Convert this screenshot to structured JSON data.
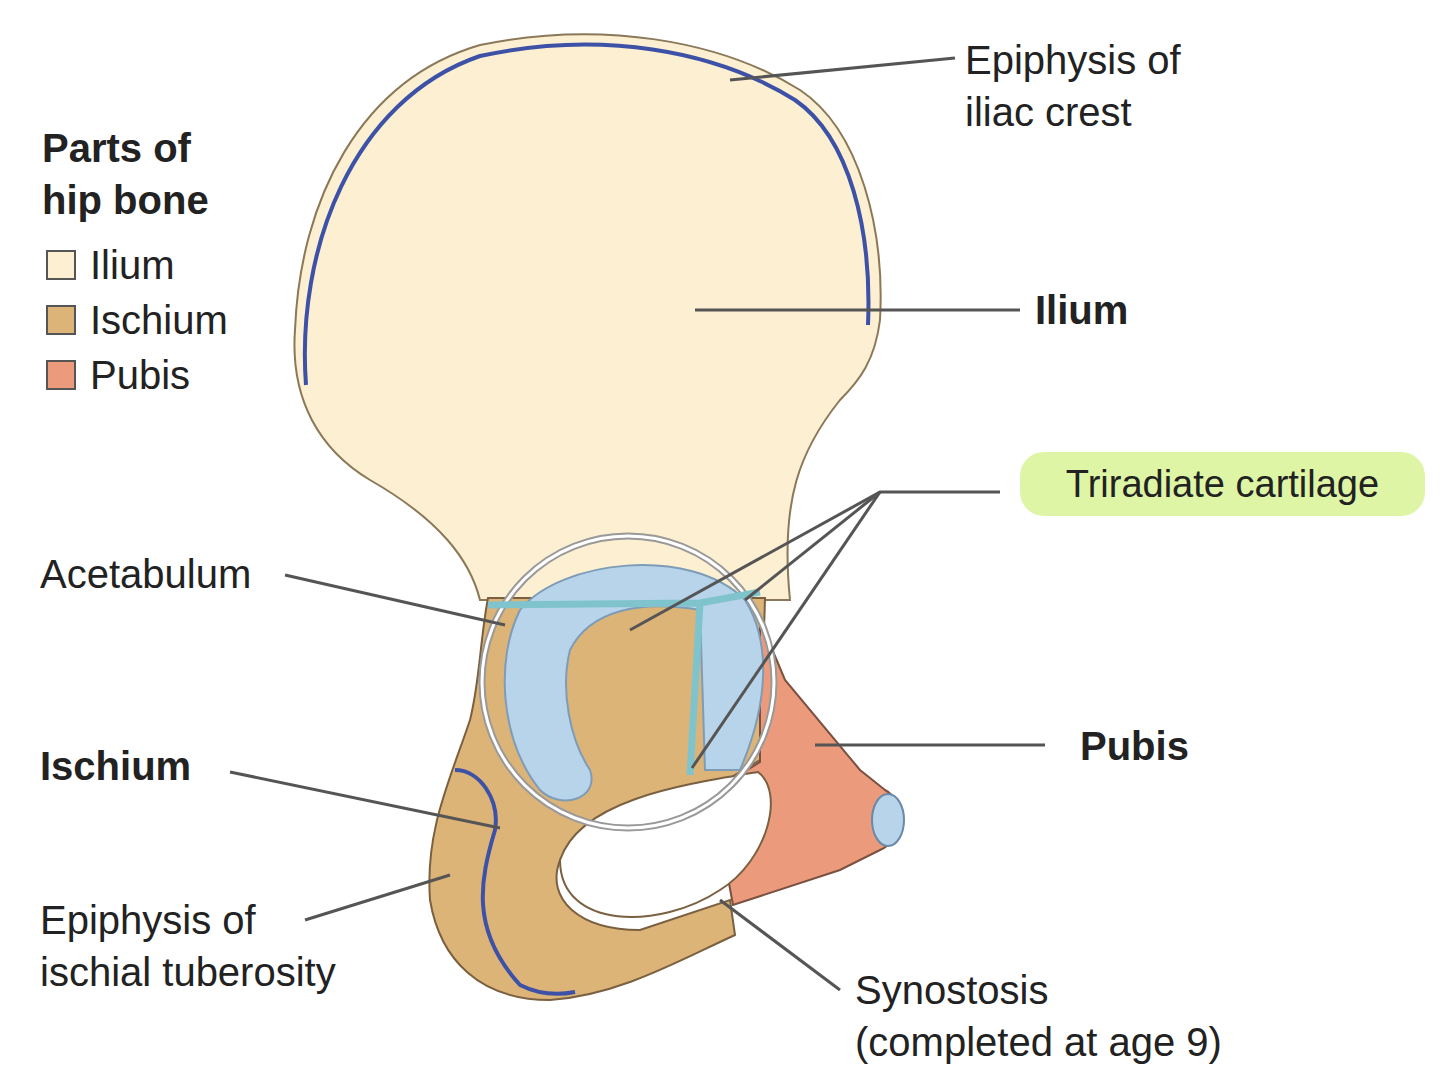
{
  "diagram": {
    "nodes": [
      {
        "text": [
          "Triradiate cartilage"
        ]
      }
    ],
    "labels": [
      "Epiphysis of iliac crest",
      "Parts of hip bone",
      "Ilium",
      "Acetabulum",
      "Ischium",
      "Pubis",
      "Epiphysis of ischial tuberosity",
      "Synostosis (completed at age 9)"
    ],
    "legend": [
      {
        "text": "Ilium",
        "color": "#fcefd2"
      },
      {
        "text": "Ischium",
        "color": "#dcb478"
      },
      {
        "text": "Pubis",
        "color": "#eb9a7c"
      }
    ]
  }
}
